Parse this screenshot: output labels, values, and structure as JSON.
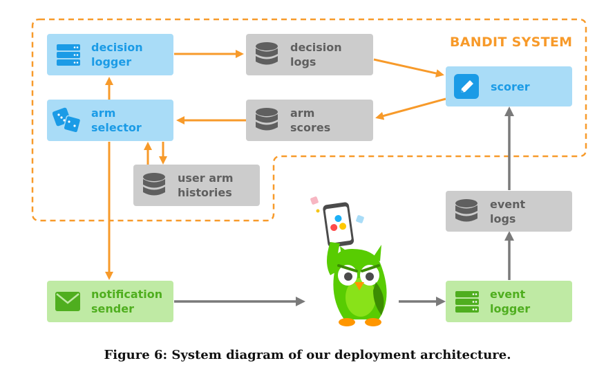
{
  "system_label": "BANDIT SYSTEM",
  "caption": "Figure 6: System diagram of our deployment architecture.",
  "nodes": {
    "decision_logger": "decision\nlogger",
    "decision_logs": "decision\nlogs",
    "scorer": "scorer",
    "arm_selector": "arm\nselector",
    "arm_scores": "arm\nscores",
    "user_arm_histories": "user arm\nhistories",
    "event_logs": "event\nlogs",
    "notification_sender": "notification\nsender",
    "event_logger": "event\nlogger"
  },
  "colors": {
    "orange": "#f79a2a",
    "gray_arrow": "#7a7a7a",
    "blue_box": "#a9dcf7",
    "gray_box": "#cccccc",
    "green_box": "#bfeaa4",
    "owl_green": "#58cc02"
  },
  "icons": {
    "decision_logger": "server-icon",
    "decision_logs": "database-icon",
    "scorer": "pencil-icon",
    "arm_selector": "dice-icon",
    "arm_scores": "database-icon",
    "user_arm_histories": "database-icon",
    "event_logs": "database-icon",
    "notification_sender": "envelope-icon",
    "event_logger": "server-icon"
  }
}
